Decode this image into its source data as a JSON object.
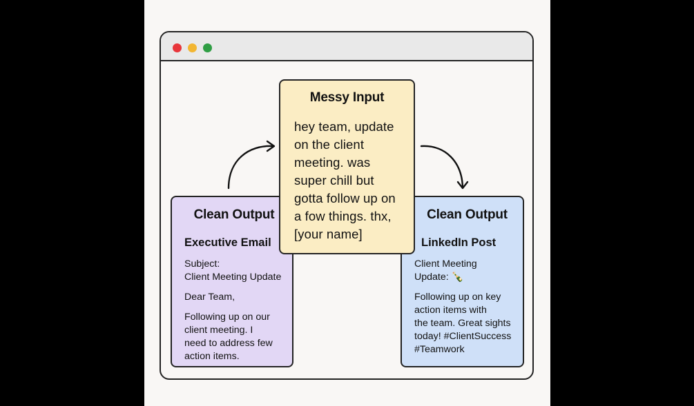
{
  "center_card": {
    "title": "Messy Input",
    "lines": [
      "hey team, update",
      "on the client",
      "meeting. was",
      "super chill but",
      "gotta follow up on",
      "a fow things. thx,",
      "[your name]"
    ]
  },
  "left_card": {
    "title": "Clean Output",
    "subtitle": "Executive Email",
    "subject_label": "Subject:",
    "subject": "Client Meeting Update",
    "greeting": "Dear Team,",
    "body_lines": [
      "Following up on our",
      "client meeting. I",
      "need to address  few",
      "action items."
    ]
  },
  "right_card": {
    "title": "Clean Output",
    "subtitle": "LinkedIn Post",
    "heading_lines": [
      "Client Meeting",
      "Update: 🍾"
    ],
    "body_lines": [
      "Following up on key",
      "action items with",
      "the team. Great sights",
      "today! #ClientSuccess",
      "#Teamwork"
    ]
  },
  "colors": {
    "left_card": "#e2d7f5",
    "center_card": "#fbedc4",
    "right_card": "#cfe0f8",
    "close_dot": "#e8363b",
    "minimize_dot": "#f2b632",
    "maximize_dot": "#2f9e44"
  }
}
